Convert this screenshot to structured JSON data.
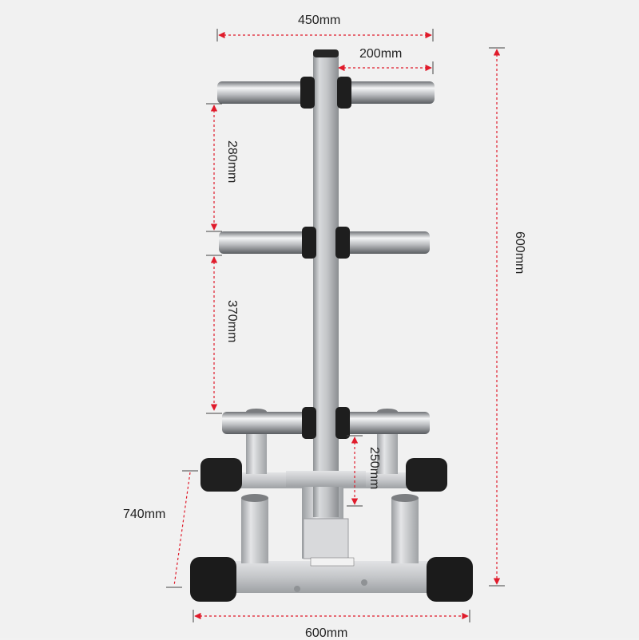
{
  "dimensions": {
    "top_width": "450mm",
    "arm_length": "200mm",
    "total_height": "600mm",
    "upper_spacing": "280mm",
    "middle_spacing": "370mm",
    "bottom_spacing": "250mm",
    "base_depth": "740mm",
    "base_width": "600mm"
  },
  "colors": {
    "dimension_line": "#e01b2b",
    "frame": "#c9cbcd",
    "end_caps": "#1d1d1d",
    "background": "#f1f1f1"
  }
}
